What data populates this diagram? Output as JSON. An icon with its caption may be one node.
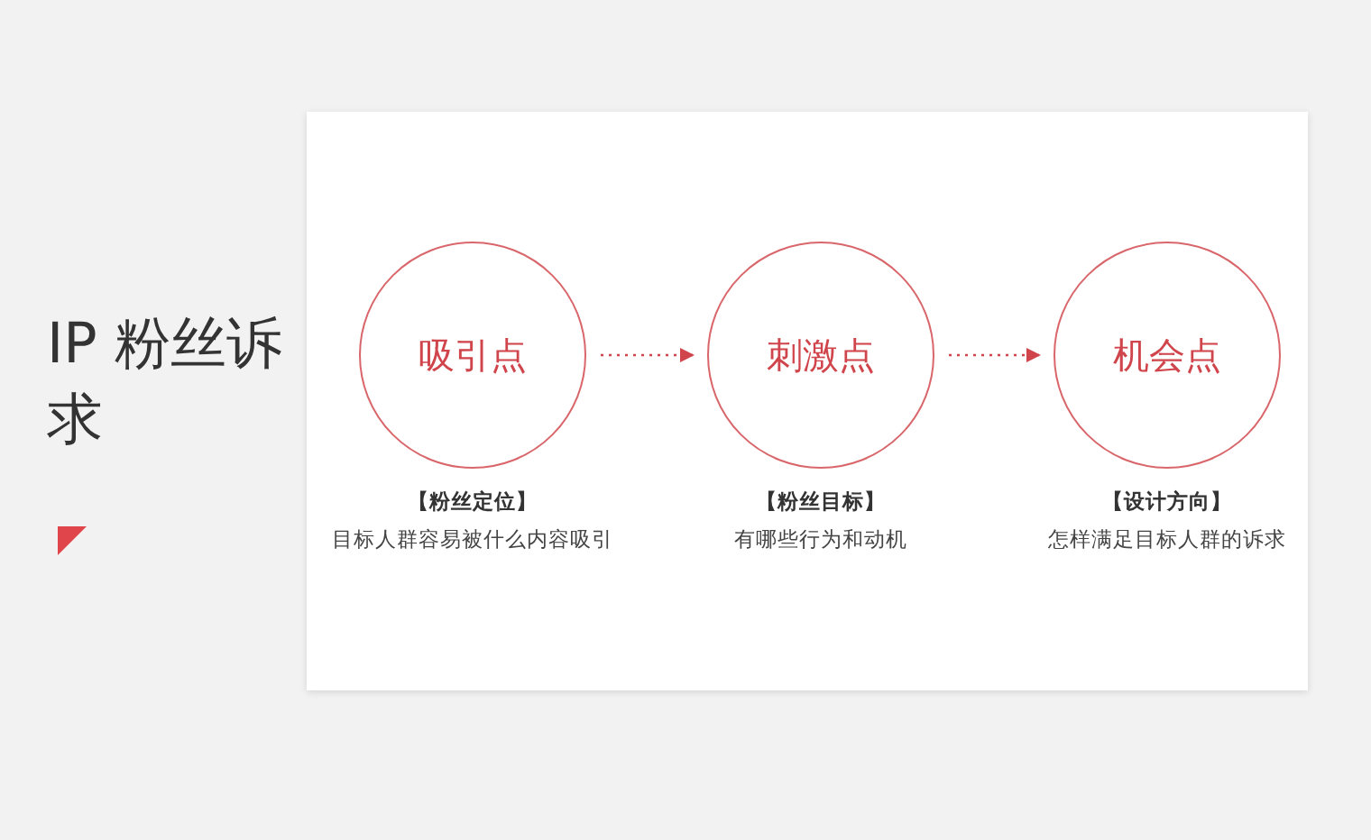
{
  "diagram": {
    "title": "IP 粉丝诉求",
    "nodes": [
      {
        "text": [
          "吸引点"
        ],
        "beside": [
          "【粉丝定位】",
          "目标人群容易被什么内容吸引"
        ]
      },
      {
        "text": [
          "刺激点"
        ],
        "beside": [
          "【粉丝目标】",
          "有哪些行为和动机"
        ]
      },
      {
        "text": [
          "机会点"
        ],
        "beside": [
          "【设计方向】",
          "怎样满足目标人群的诉求"
        ]
      }
    ],
    "edges": [
      {
        "from": 0,
        "to": 1,
        "arrow": "to",
        "style": "dashed"
      },
      {
        "from": 1,
        "to": 2,
        "arrow": "to",
        "style": "dashed"
      }
    ]
  }
}
